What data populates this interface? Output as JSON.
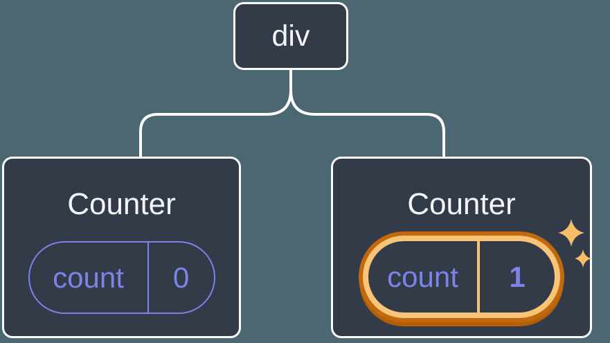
{
  "diagram": {
    "root": {
      "label": "div"
    },
    "children": [
      {
        "title": "Counter",
        "state": {
          "key": "count",
          "value": "0"
        },
        "highlighted": false
      },
      {
        "title": "Counter",
        "state": {
          "key": "count",
          "value": "1"
        },
        "highlighted": true
      }
    ]
  },
  "colors": {
    "background": "#4B6771",
    "node_fill": "#333A48",
    "node_border": "#FFFFFF",
    "connector_line": "#FFFFFF",
    "title_text": "#F4F5F9",
    "state_accent": "#7C84E8",
    "highlight_ring_outer": "#C2690F",
    "highlight_ring_inner": "#F9C475",
    "sparkle": "#F7BE68"
  },
  "icons": {
    "sparkles_glyph": "✦"
  }
}
